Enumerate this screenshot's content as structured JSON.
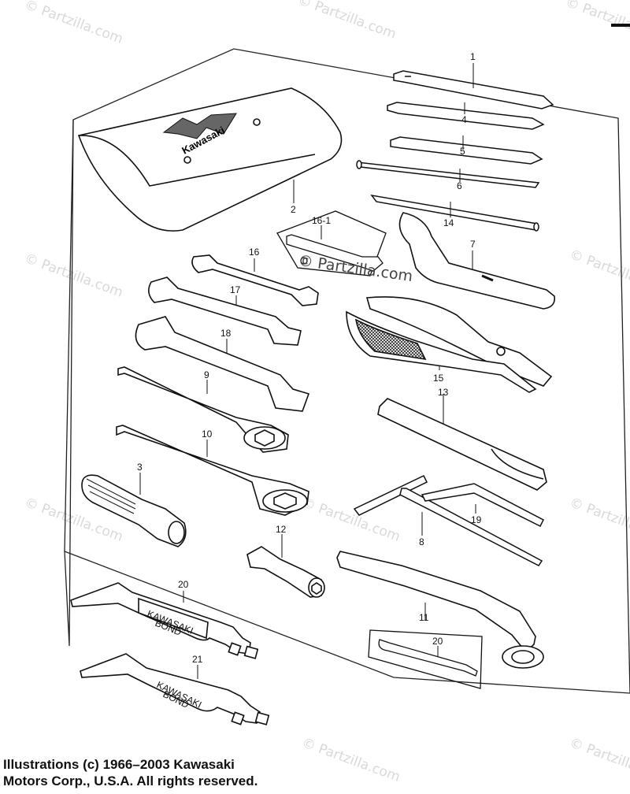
{
  "watermark": "© Partzilla.com",
  "center_watermark": "© Partzilla.com",
  "bag_brand": "Kawasaki",
  "tube_brand_line1": "KAWASAKI",
  "tube_brand_line2": "BOND",
  "callouts": {
    "c1": "1",
    "c2": "2",
    "c3": "3",
    "c4": "4",
    "c5": "5",
    "c6": "6",
    "c7": "7",
    "c8": "8",
    "c9": "9",
    "c10": "10",
    "c11": "11",
    "c12": "12",
    "c13": "13",
    "c14": "14",
    "c15": "15",
    "c16": "16",
    "c16_1": "16-1",
    "c17": "17",
    "c18": "18",
    "c19": "19",
    "c20a": "20",
    "c20b": "20",
    "c21": "21"
  },
  "copyright": {
    "line1": "Illustrations (c) 1966–2003 Kawasaki",
    "line2": "Motors Corp., U.S.A.  All rights reserved."
  }
}
